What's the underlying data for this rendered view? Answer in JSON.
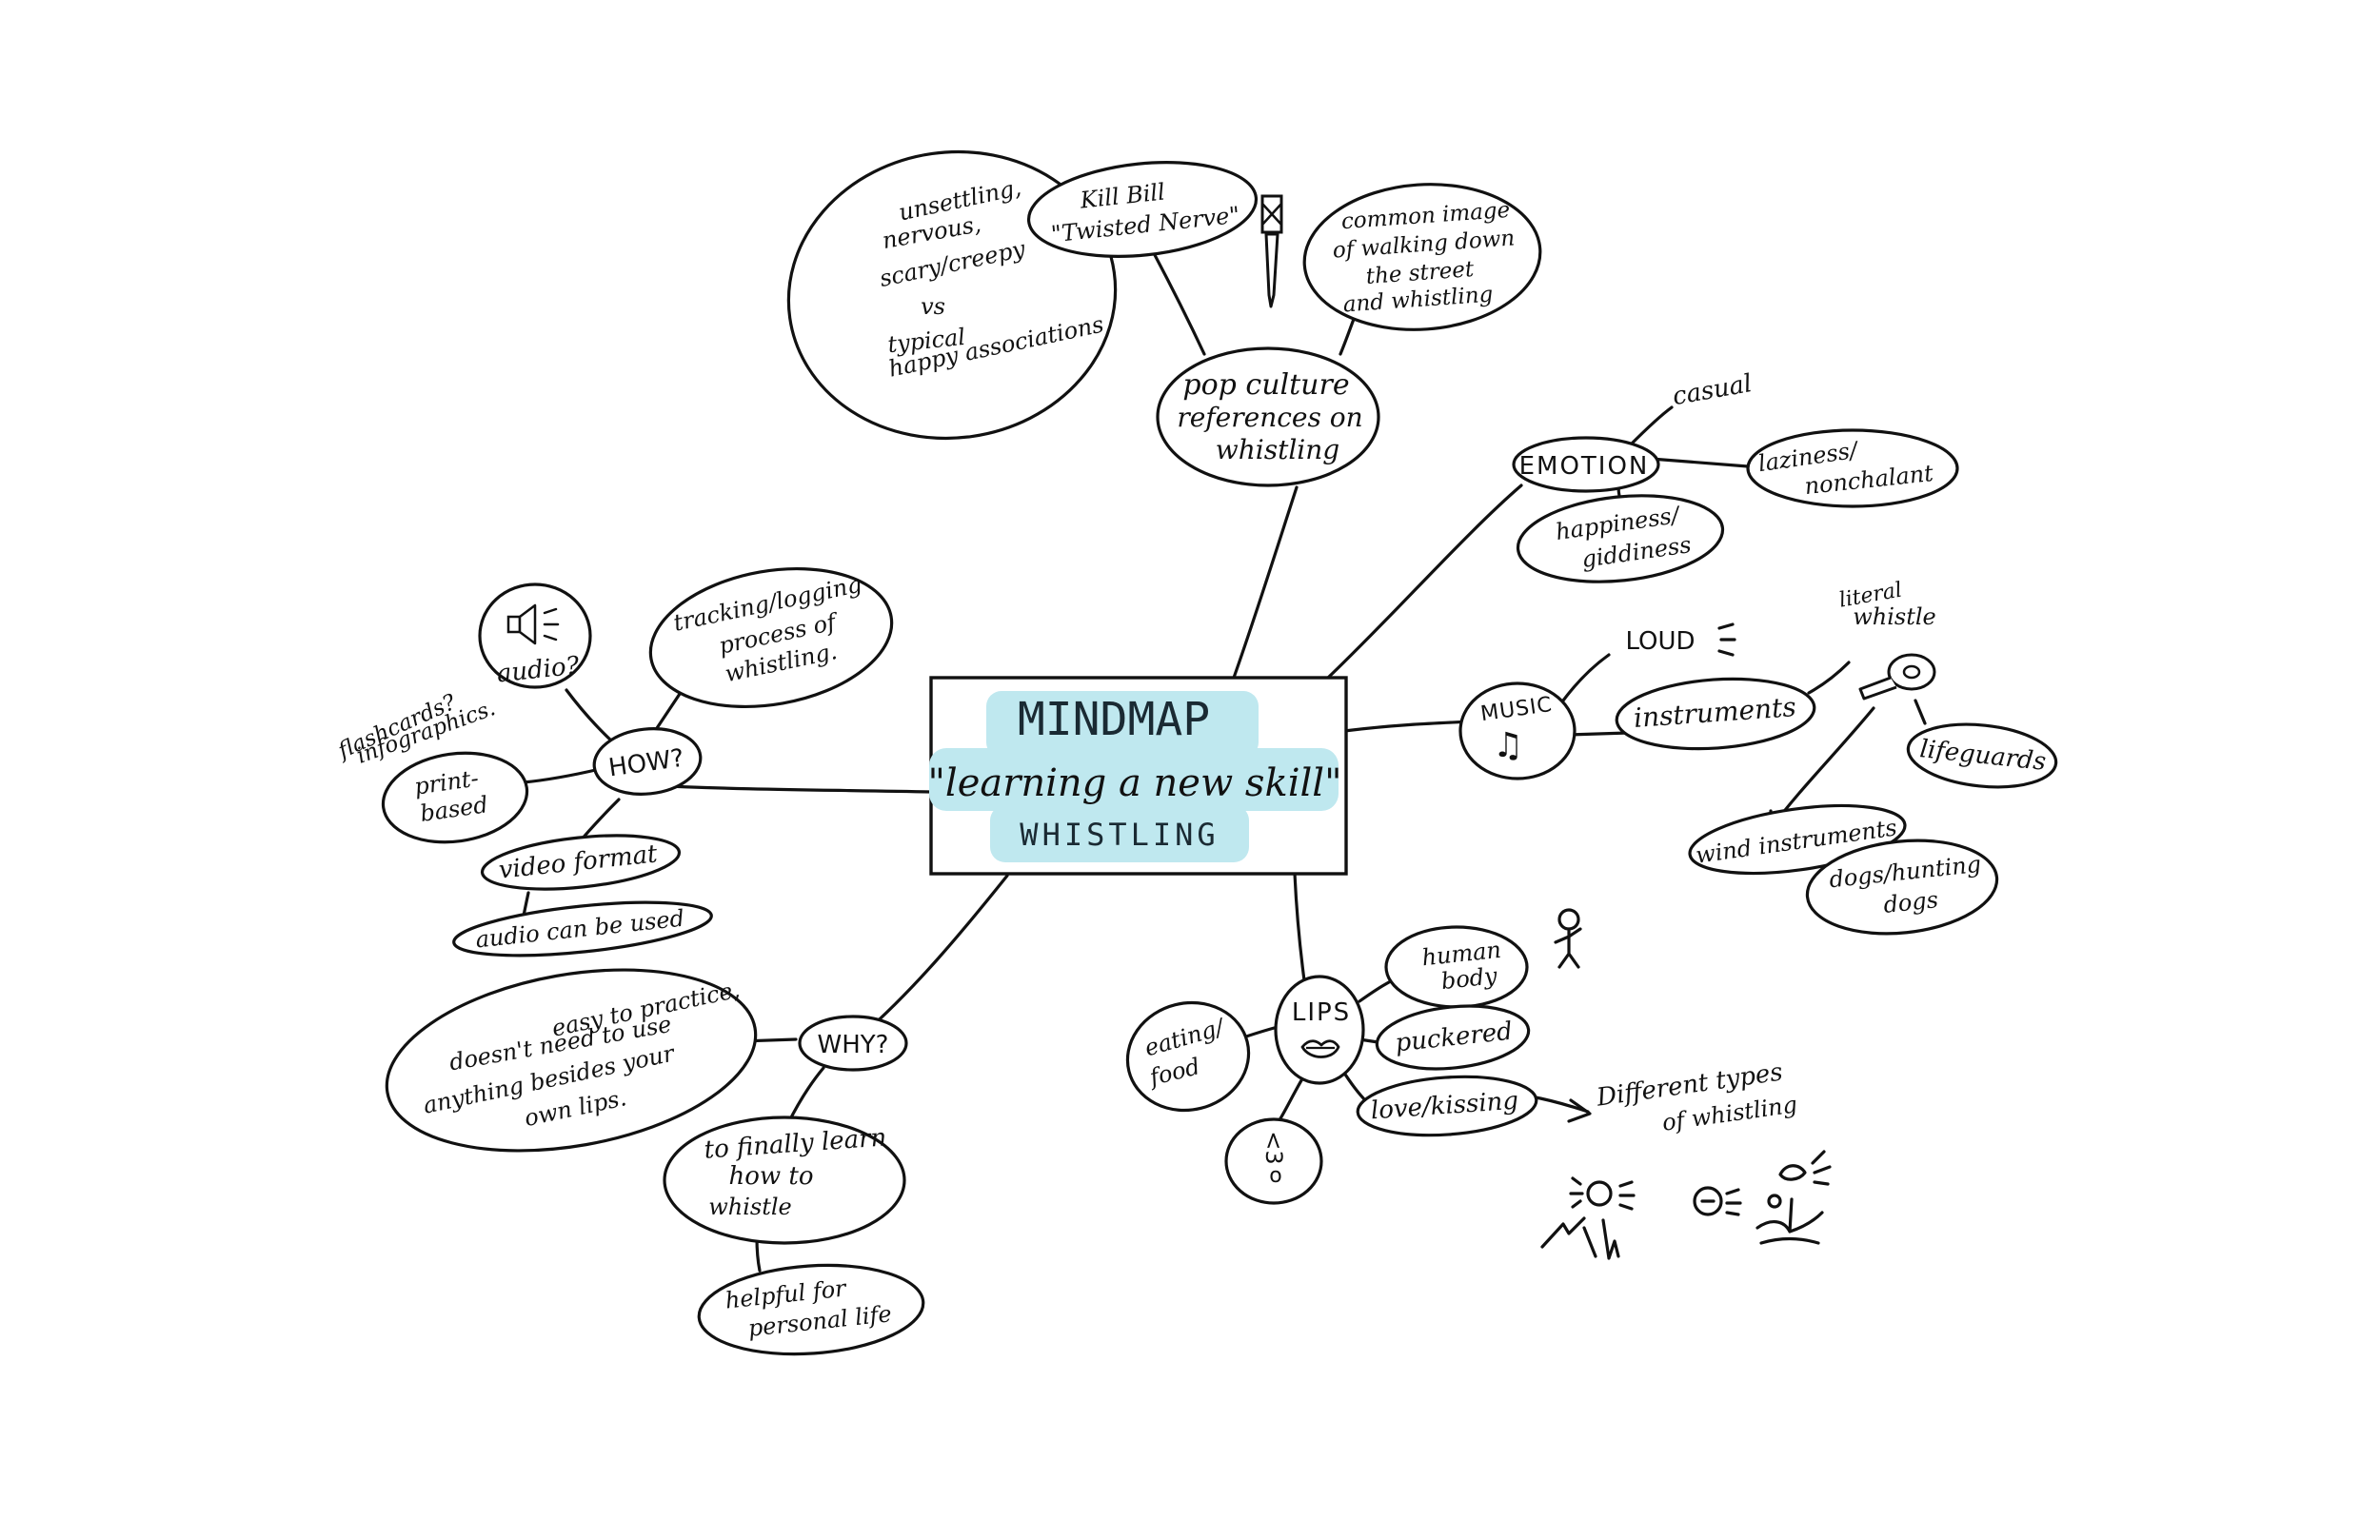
{
  "palette": {
    "ink": "#111111",
    "highlight": "#bfe8ef",
    "background": "#ffffff"
  },
  "center": {
    "title": "MINDMAP",
    "subtitle": "\"learning a new skill\"",
    "topic": "WHISTLING"
  },
  "pop": {
    "hub": [
      "pop culture",
      "references on",
      "whistling"
    ],
    "killbill": [
      "Kill Bill",
      "\"Twisted Nerve\""
    ],
    "unsettling": [
      "unsettling,",
      "nervous,",
      "scary/creepy",
      "vs",
      "typical",
      "happy associations"
    ],
    "walking": [
      "common image",
      "of walking down",
      "the street",
      "and whistling"
    ]
  },
  "emotion": {
    "hub": "EMOTION",
    "casual": "casual",
    "laziness": [
      "laziness/",
      "nonchalant"
    ],
    "happiness": [
      "happiness/",
      "giddiness"
    ]
  },
  "music": {
    "hub": "MUSIC",
    "note": "♫",
    "loud": "LOUD",
    "instruments": "instruments",
    "literal": [
      "literal",
      "whistle"
    ],
    "lifeguards": "lifeguards",
    "wind": "wind instruments",
    "dogs": [
      "dogs/hunting",
      "dogs"
    ]
  },
  "how": {
    "hub": "HOW?",
    "audio": "audio?",
    "tracking": [
      "tracking/logging",
      "process of",
      "whistling."
    ],
    "flashcards": [
      "flashcards?",
      "infographics."
    ],
    "print": [
      "print-",
      "based"
    ],
    "video": "video format",
    "audio_used": "audio can be used"
  },
  "why": {
    "hub": "WHY?",
    "easy": [
      "easy to practice,",
      "doesn't need to use",
      "anything besides your",
      "own lips."
    ],
    "finally": [
      "to finally learn",
      "how to",
      "whistle"
    ],
    "helpful": [
      "helpful for",
      "personal life"
    ]
  },
  "lips": {
    "hub": "LIPS",
    "eating": [
      "eating/",
      "food"
    ],
    "human": [
      "human",
      "body"
    ],
    "puckered": "puckered",
    "love": "love/kissing",
    "heart": "<3",
    "heart_mouth": "o",
    "types": [
      "Different types",
      "of whistling"
    ]
  }
}
